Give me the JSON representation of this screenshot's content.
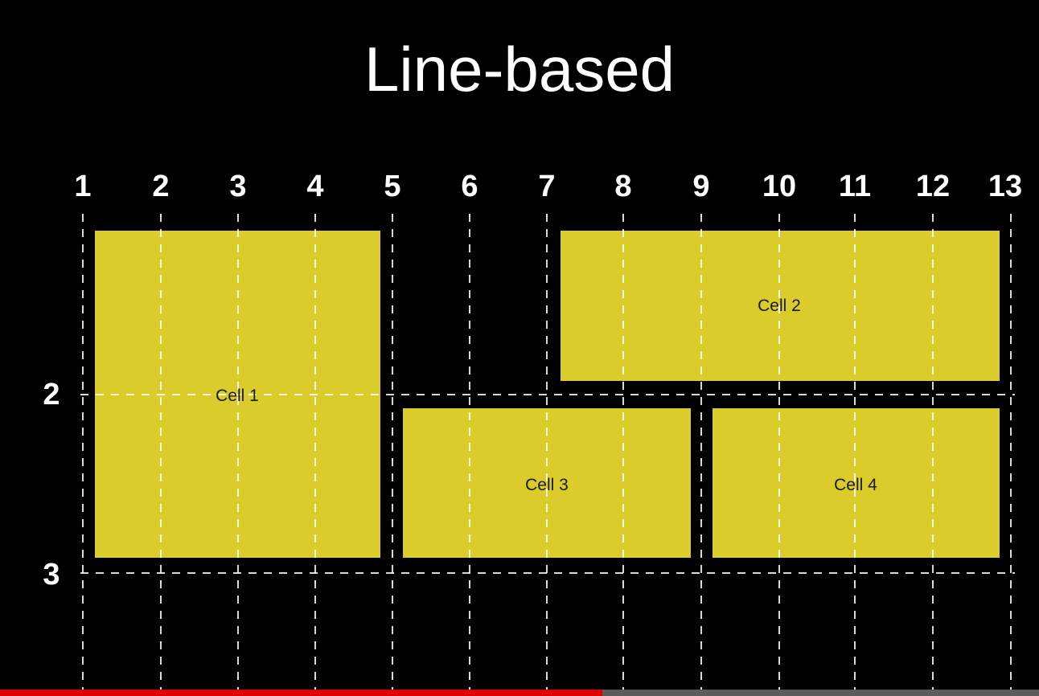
{
  "title": "Line-based",
  "column_lines": [
    "1",
    "2",
    "3",
    "4",
    "5",
    "6",
    "7",
    "8",
    "9",
    "10",
    "11",
    "12",
    "13"
  ],
  "row_lines": [
    "2",
    "3"
  ],
  "cells": [
    {
      "label": "Cell 1",
      "column_start": 1,
      "column_end": 5,
      "row_start": 1,
      "row_end": 3
    },
    {
      "label": "Cell 2",
      "column_start": 7,
      "column_end": 13,
      "row_start": 1,
      "row_end": 2
    },
    {
      "label": "Cell 3",
      "column_start": 5,
      "column_end": 9,
      "row_start": 2,
      "row_end": 3
    },
    {
      "label": "Cell 4",
      "column_start": 9,
      "column_end": 13,
      "row_start": 2,
      "row_end": 3
    }
  ],
  "colors": {
    "background": "#000000",
    "cell_fill": "#d9cc2b",
    "grid_line": "#ffffff",
    "progress_played": "#e00000",
    "progress_track": "#5c5c5c"
  },
  "video_progress": 0.58
}
